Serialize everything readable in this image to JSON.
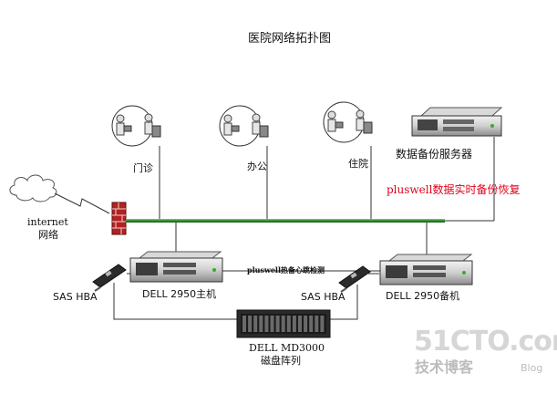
{
  "diagram": {
    "title": "医院网络拓扑图",
    "internet_label": "internet",
    "network_label": "网络",
    "clinics": [
      {
        "label": "门诊"
      },
      {
        "label": "办公"
      },
      {
        "label": "住院"
      }
    ],
    "backup_server_label": "数据备份服务器",
    "realtime_note": "pluswell数据实时备份恢复",
    "heartbeat_label": "pluswell热备心跳检测",
    "primary_server_label": "DELL 2950主机",
    "standby_server_label": "DELL 2950备机",
    "hba_left_label": "SAS HBA",
    "hba_right_label": "SAS HBA",
    "storage_label_line1": "DELL MD3000",
    "storage_label_line2": "磁盘阵列",
    "colors": {
      "backbone": "#2e8b2e",
      "note": "#e0001a",
      "firewall": "#b22222"
    }
  },
  "watermark": {
    "site": "51CTO.com",
    "cn": "技术博客",
    "blog": "Blog"
  }
}
